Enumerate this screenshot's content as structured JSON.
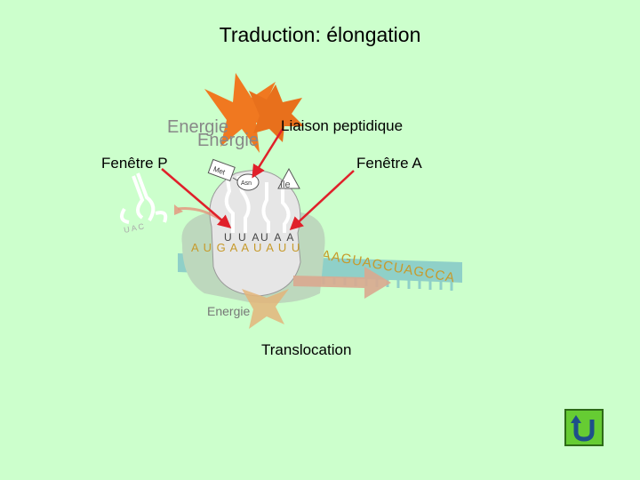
{
  "slide": {
    "title": "Traduction: élongation",
    "labels": {
      "liaison": "Liaison peptidique",
      "fenetre_p": "Fenêtre P",
      "fenetre_a": "Fenêtre A",
      "translocation": "Translocation"
    },
    "energy_word": "Energie",
    "amino_met": "Met",
    "amino_asn": "Asn",
    "amino_ile": "Ile",
    "free_trna_bases": "U A C",
    "anticodon_p": "U U A",
    "anticodon_a": "U A A",
    "mrna_inside": "A U G A A U A U U",
    "mrna_outside": "CUAAGUAGCUAGCCA",
    "nav_button": "back-arrow-icon"
  },
  "colors": {
    "background": "#ccffcc",
    "star": "#f07820",
    "arrow": "#e0202a",
    "ribosome_small": "#bdd8bd",
    "ribosome_large": "#e8e8e8",
    "mrna_strip": "#8fd0c8",
    "mrna_letters": "#c79a2b",
    "nav": "#66cc33"
  }
}
